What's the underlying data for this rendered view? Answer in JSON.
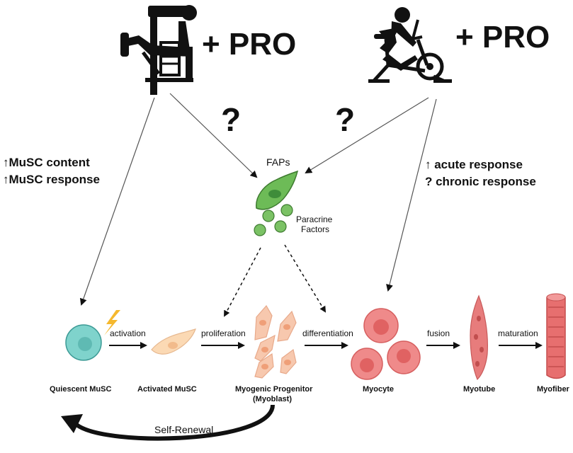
{
  "header": {
    "resistance_label": "+ PRO",
    "endurance_label": "+ PRO",
    "question_left": "?",
    "question_right": "?"
  },
  "left_effects": [
    "↑MuSC content",
    "↑MuSC response"
  ],
  "right_effects": [
    "↑ acute response",
    "? chronic response"
  ],
  "faps": {
    "label": "FAPs",
    "paracrine_line1": "Paracrine",
    "paracrine_line2": "Factors"
  },
  "transitions": {
    "activation": "activation",
    "proliferation": "proliferation",
    "differentiation": "differentiation",
    "fusion": "fusion",
    "maturation": "maturation"
  },
  "stages": {
    "quiescent": "Quiescent MuSC",
    "activated": "Activated MuSC",
    "progenitor_line1": "Myogenic Progenitor",
    "progenitor_line2": "(Myoblast)",
    "myocyte": "Myocyte",
    "myotube": "Myotube",
    "myofiber": "Myofiber"
  },
  "self_renewal": "Self-Renewal",
  "icons": [
    "leg-extension-machine-icon",
    "stationary-bike-icon",
    "lightning-bolt-icon"
  ],
  "colors": {
    "musc_fill": "#7fd3cc",
    "activated_fill": "#fbd9b4",
    "myoblast_fill": "#f7c8ae",
    "myocyte_fill": "#ef8a8a",
    "myotube_fill": "#e77c7c",
    "fap_fill": "#6dbb57",
    "bolt": "#f5b82e"
  }
}
